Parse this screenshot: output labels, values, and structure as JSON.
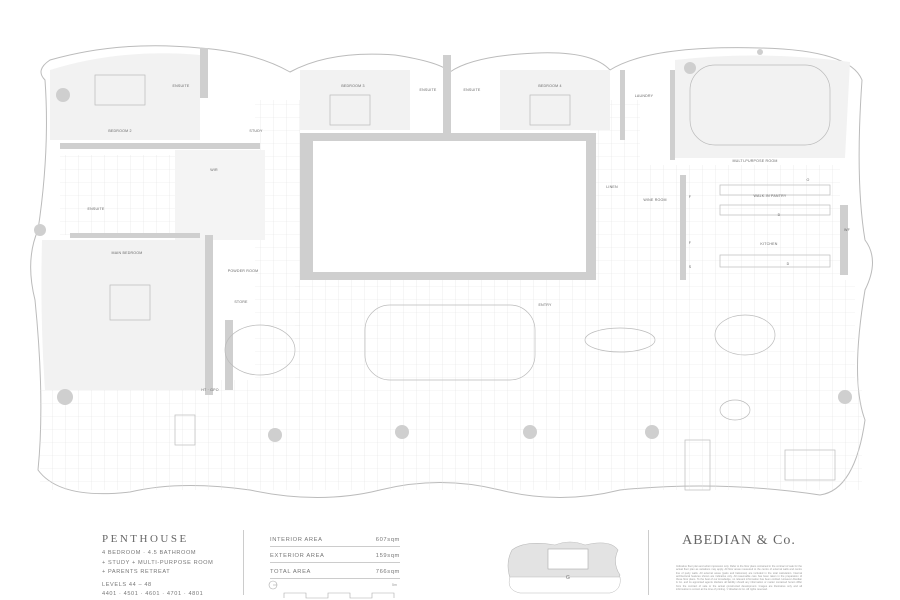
{
  "plan": {
    "rooms": {
      "ensuite_b2": "ENSUITE",
      "bedroom2": "BEDROOM 2",
      "study": "STUDY",
      "bedroom3": "BEDROOM 3",
      "ensuite_b3": "ENSUITE",
      "ensuite_b4": "ENSUITE",
      "bedroom4": "BEDROOM 4",
      "laundry": "LAUNDRY",
      "multipurpose": "MULTI-PURPOSE ROOM",
      "linen": "LINEN",
      "wine": "WINE ROOM",
      "pantry": "WALK-IN PANTRY",
      "kitchen": "KITCHEN",
      "wf": "WF",
      "ensuite_main": "ENSUITE",
      "wir": "WIR",
      "main_bedroom": "MAIN BEDROOM",
      "powder": "POWDER ROOM",
      "store": "STORE",
      "entry": "ENTRY",
      "ht_gpo": "HT · GPO",
      "f1": "F",
      "f2": "F",
      "s": "S",
      "o": "O",
      "d1": "D",
      "d2": "D"
    },
    "wall_color": "#cfcfcf",
    "floor_color": "#f2f2f2"
  },
  "info": {
    "title": "PENTHOUSE",
    "desc1": "4 BEDROOM · 4.5 BATHROOM",
    "desc2": "+ STUDY + MULTI-PURPOSE ROOM",
    "desc3": "+ PARENTS RETREAT",
    "levels": "LEVELS  44 – 48",
    "units": "4401 · 4501 · 4601 · 4701 · 4801",
    "areas": [
      {
        "label": "INTERIOR AREA",
        "value": "607sqm"
      },
      {
        "label": "EXTERIOR AREA",
        "value": "159sqm"
      },
      {
        "label": "TOTAL AREA",
        "value": "766sqm"
      }
    ],
    "scale_label": "5m",
    "keyplan_label": "G",
    "brand": "ABEDIAN & Co.",
    "disclaimer": "Indicative floor plan and artist impression only. Refer to the floor plans contained in the contract of sale for the actual floor plan as variations may apply. All floor areas measured to the centre of external walls and centre line of party walls. All external areas (patio and balconies) are included in the total calculation. Internal architectural features shown are indicative only. All reasonable care has been taken in the preparation of these floor plans. To the best of our knowledge, no relevant information has been omitted. However Abedian & Co. and its appointed agents disclaim all liability should any information or matter contained herein differ from the contract of sale or the actual constructed development. Images are illustrative only and all information is correct at the time of printing. © Abedian & Co. All rights reserved."
  }
}
